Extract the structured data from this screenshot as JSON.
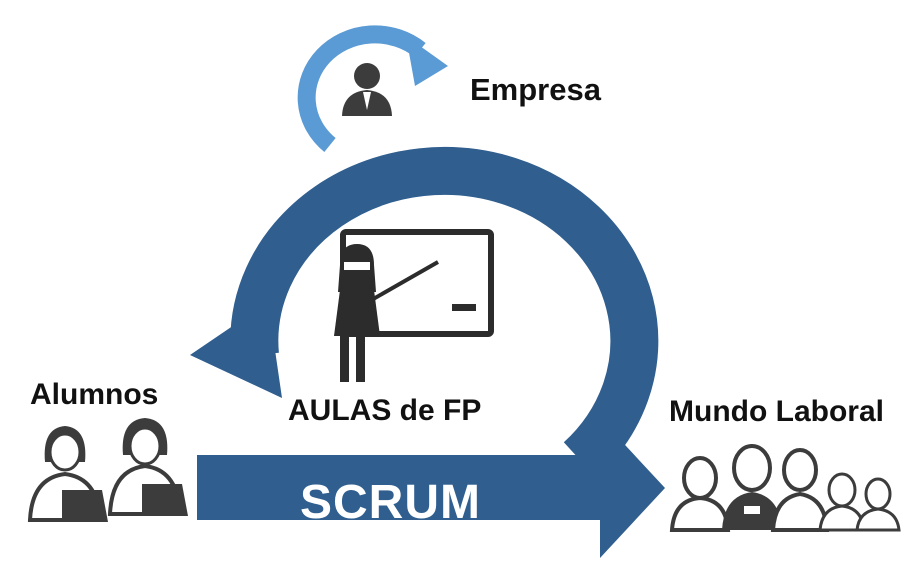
{
  "labels": {
    "company": "Empresa",
    "classroom": "AULAS de FP",
    "students": "Alumnos",
    "work_world": "Mundo Laboral",
    "method": "SCRUM"
  },
  "colors": {
    "main_arrow": "#2f5e8f",
    "small_arrow": "#5b9bd5",
    "icons": "#3c3c3c",
    "text": "#111111",
    "method_text": "#ffffff"
  },
  "icons": {
    "company": "businessman-icon",
    "classroom": "teacher-whiteboard-icon",
    "students": "students-laptop-icon",
    "work_world": "workers-group-icon"
  }
}
